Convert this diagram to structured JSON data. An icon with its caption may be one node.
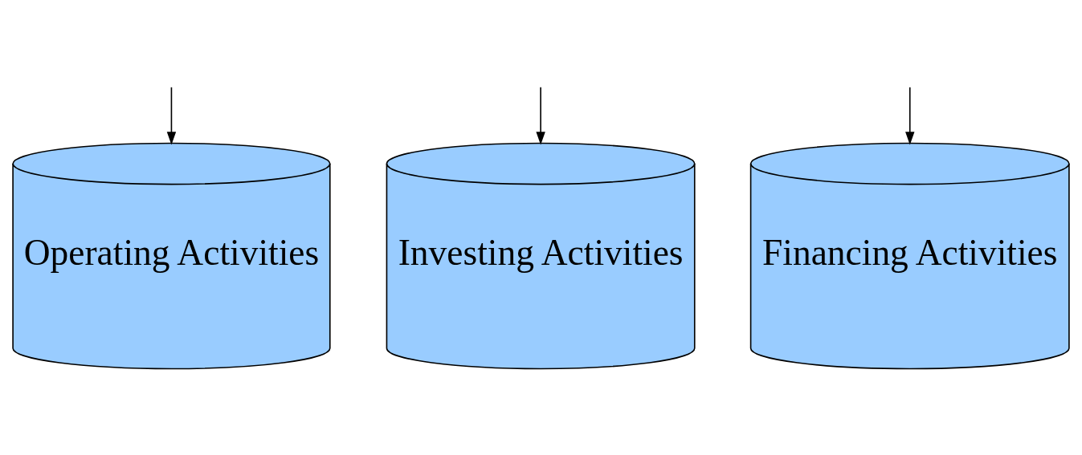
{
  "diagram": {
    "nodes": [
      {
        "text": [
          "Operating Activities"
        ]
      },
      {
        "text": [
          "Investing Activities"
        ]
      },
      {
        "text": [
          "Financing Activities"
        ]
      }
    ],
    "edges": [
      {
        "from": null,
        "to": 0,
        "arrow": "to"
      },
      {
        "from": null,
        "to": 1,
        "arrow": "to"
      },
      {
        "from": null,
        "to": 2,
        "arrow": "to"
      }
    ]
  }
}
